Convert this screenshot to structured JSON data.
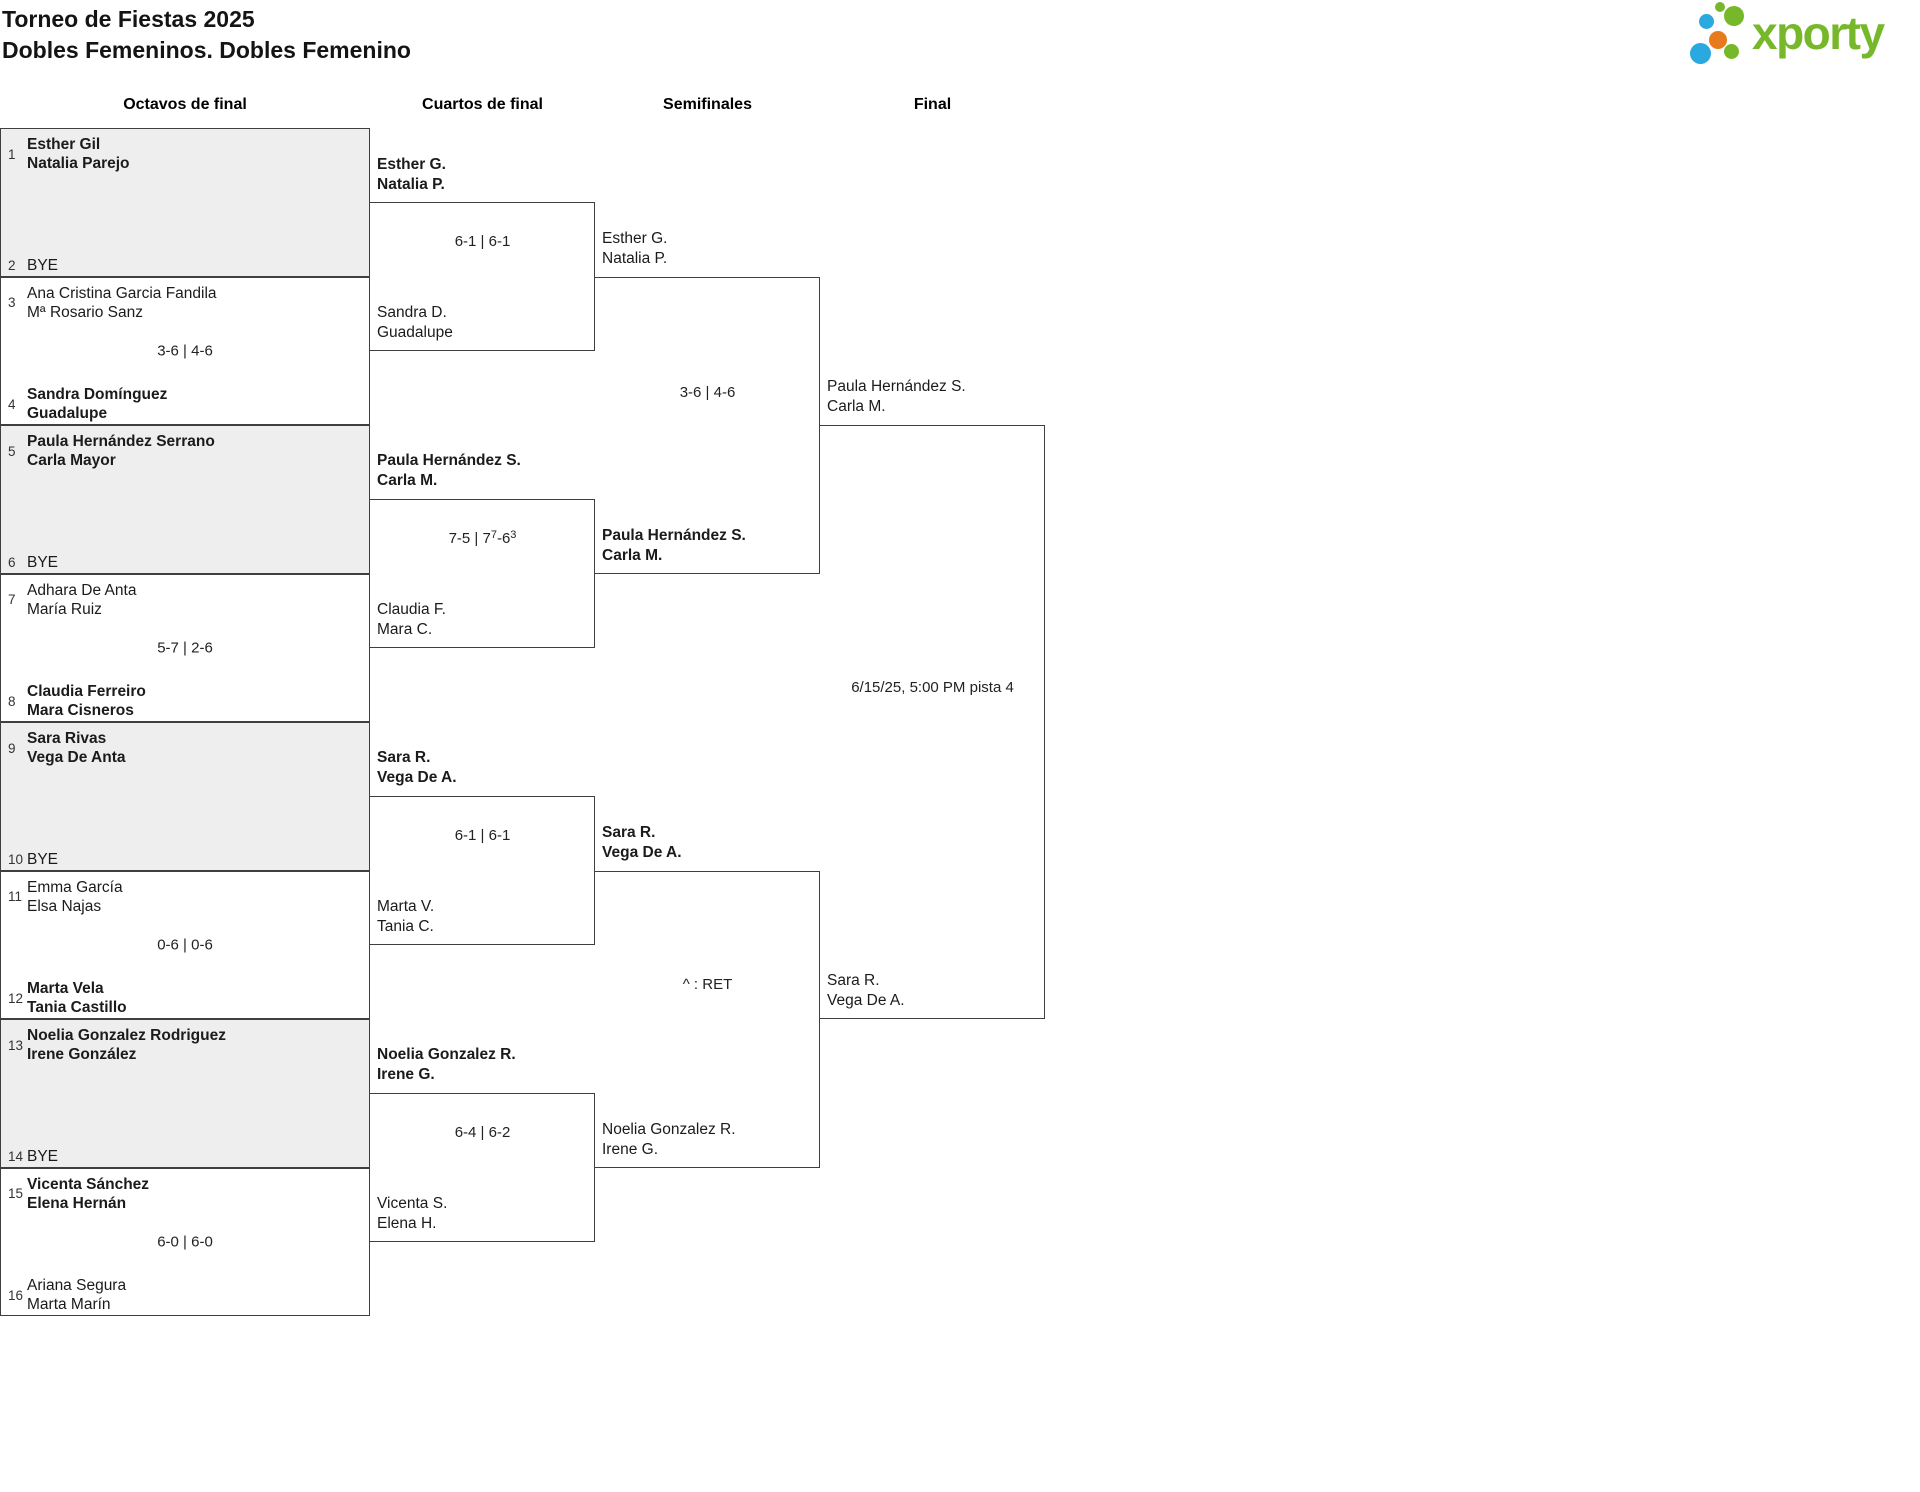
{
  "header": {
    "title_line1": "Torneo de Fiestas 2025",
    "title_line2": "Dobles Femeninos. Dobles Femenino",
    "logo_text": "xporty"
  },
  "rounds": [
    "Octavos de final",
    "Cuartos de final",
    "Semifinales",
    "Final"
  ],
  "colors": {
    "logo_green": "#76b82a",
    "logo_blue": "#2aa9e0",
    "logo_orange": "#e87a1e",
    "box_fill_grey": "#eeeeee",
    "line": "#3f3f3f"
  },
  "r16": [
    {
      "seed1": "1",
      "team1": [
        "Esther Gil",
        "Natalia Parejo"
      ],
      "team1_winner": true,
      "seed2": "2",
      "team2": [
        "BYE"
      ],
      "team2_winner": false,
      "score": ""
    },
    {
      "seed1": "3",
      "team1": [
        "Ana Cristina Garcia Fandila",
        "Mª Rosario Sanz"
      ],
      "team1_winner": false,
      "seed2": "4",
      "team2": [
        "Sandra Domínguez",
        "Guadalupe"
      ],
      "team2_winner": true,
      "score": "3-6 | 4-6"
    },
    {
      "seed1": "5",
      "team1": [
        "Paula Hernández Serrano",
        "Carla Mayor"
      ],
      "team1_winner": true,
      "seed2": "6",
      "team2": [
        "BYE"
      ],
      "team2_winner": false,
      "score": ""
    },
    {
      "seed1": "7",
      "team1": [
        "Adhara De Anta",
        "María Ruiz"
      ],
      "team1_winner": false,
      "seed2": "8",
      "team2": [
        "Claudia Ferreiro",
        "Mara Cisneros"
      ],
      "team2_winner": true,
      "score": "5-7 | 2-6"
    },
    {
      "seed1": "9",
      "team1": [
        "Sara Rivas",
        "Vega De Anta"
      ],
      "team1_winner": true,
      "seed2": "10",
      "team2": [
        "BYE"
      ],
      "team2_winner": false,
      "score": ""
    },
    {
      "seed1": "11",
      "team1": [
        "Emma García",
        "Elsa Najas"
      ],
      "team1_winner": false,
      "seed2": "12",
      "team2": [
        "Marta Vela",
        "Tania Castillo"
      ],
      "team2_winner": true,
      "score": "0-6 | 0-6"
    },
    {
      "seed1": "13",
      "team1": [
        "Noelia Gonzalez Rodriguez",
        "Irene González"
      ],
      "team1_winner": true,
      "seed2": "14",
      "team2": [
        "BYE"
      ],
      "team2_winner": false,
      "score": ""
    },
    {
      "seed1": "15",
      "team1": [
        "Vicenta Sánchez",
        "Elena Hernán"
      ],
      "team1_winner": true,
      "seed2": "16",
      "team2": [
        "Ariana Segura",
        "Marta Marín"
      ],
      "team2_winner": false,
      "score": "6-0 | 6-0"
    }
  ],
  "qf": [
    {
      "top": [
        "Esther G.",
        "Natalia P."
      ],
      "top_winner": true,
      "score": "6-1 | 6-1",
      "bottom": [
        "Sandra D.",
        "Guadalupe"
      ],
      "bottom_winner": false
    },
    {
      "top": [
        "Paula Hernández S.",
        "Carla M."
      ],
      "top_winner": true,
      "score_parts": {
        "a": "7-5 | 7",
        "sup1": "7",
        "b": "-6",
        "sup2": "3"
      },
      "bottom": [
        "Claudia F.",
        "Mara C."
      ],
      "bottom_winner": false
    },
    {
      "top": [
        "Sara R.",
        "Vega De A."
      ],
      "top_winner": true,
      "score": "6-1 | 6-1",
      "bottom": [
        "Marta V.",
        "Tania C."
      ],
      "bottom_winner": false
    },
    {
      "top": [
        "Noelia Gonzalez R.",
        "Irene G."
      ],
      "top_winner": true,
      "score": "6-4 | 6-2",
      "bottom": [
        "Vicenta S.",
        "Elena H."
      ],
      "bottom_winner": false
    }
  ],
  "sf": [
    {
      "top": [
        "Esther G.",
        "Natalia P."
      ],
      "top_winner": false,
      "score": "3-6 | 4-6",
      "bottom": [
        "Paula Hernández S.",
        "Carla M."
      ],
      "bottom_winner": true
    },
    {
      "top": [
        "Sara R.",
        "Vega De A."
      ],
      "top_winner": true,
      "score": "^ : RET",
      "bottom": [
        "Noelia Gonzalez R.",
        "Irene G."
      ],
      "bottom_winner": false
    }
  ],
  "final": {
    "top": [
      "Paula Hernández S.",
      "Carla M."
    ],
    "schedule": "6/15/25, 5:00 PM pista 4",
    "bottom": [
      "Sara R.",
      "Vega De A."
    ]
  }
}
